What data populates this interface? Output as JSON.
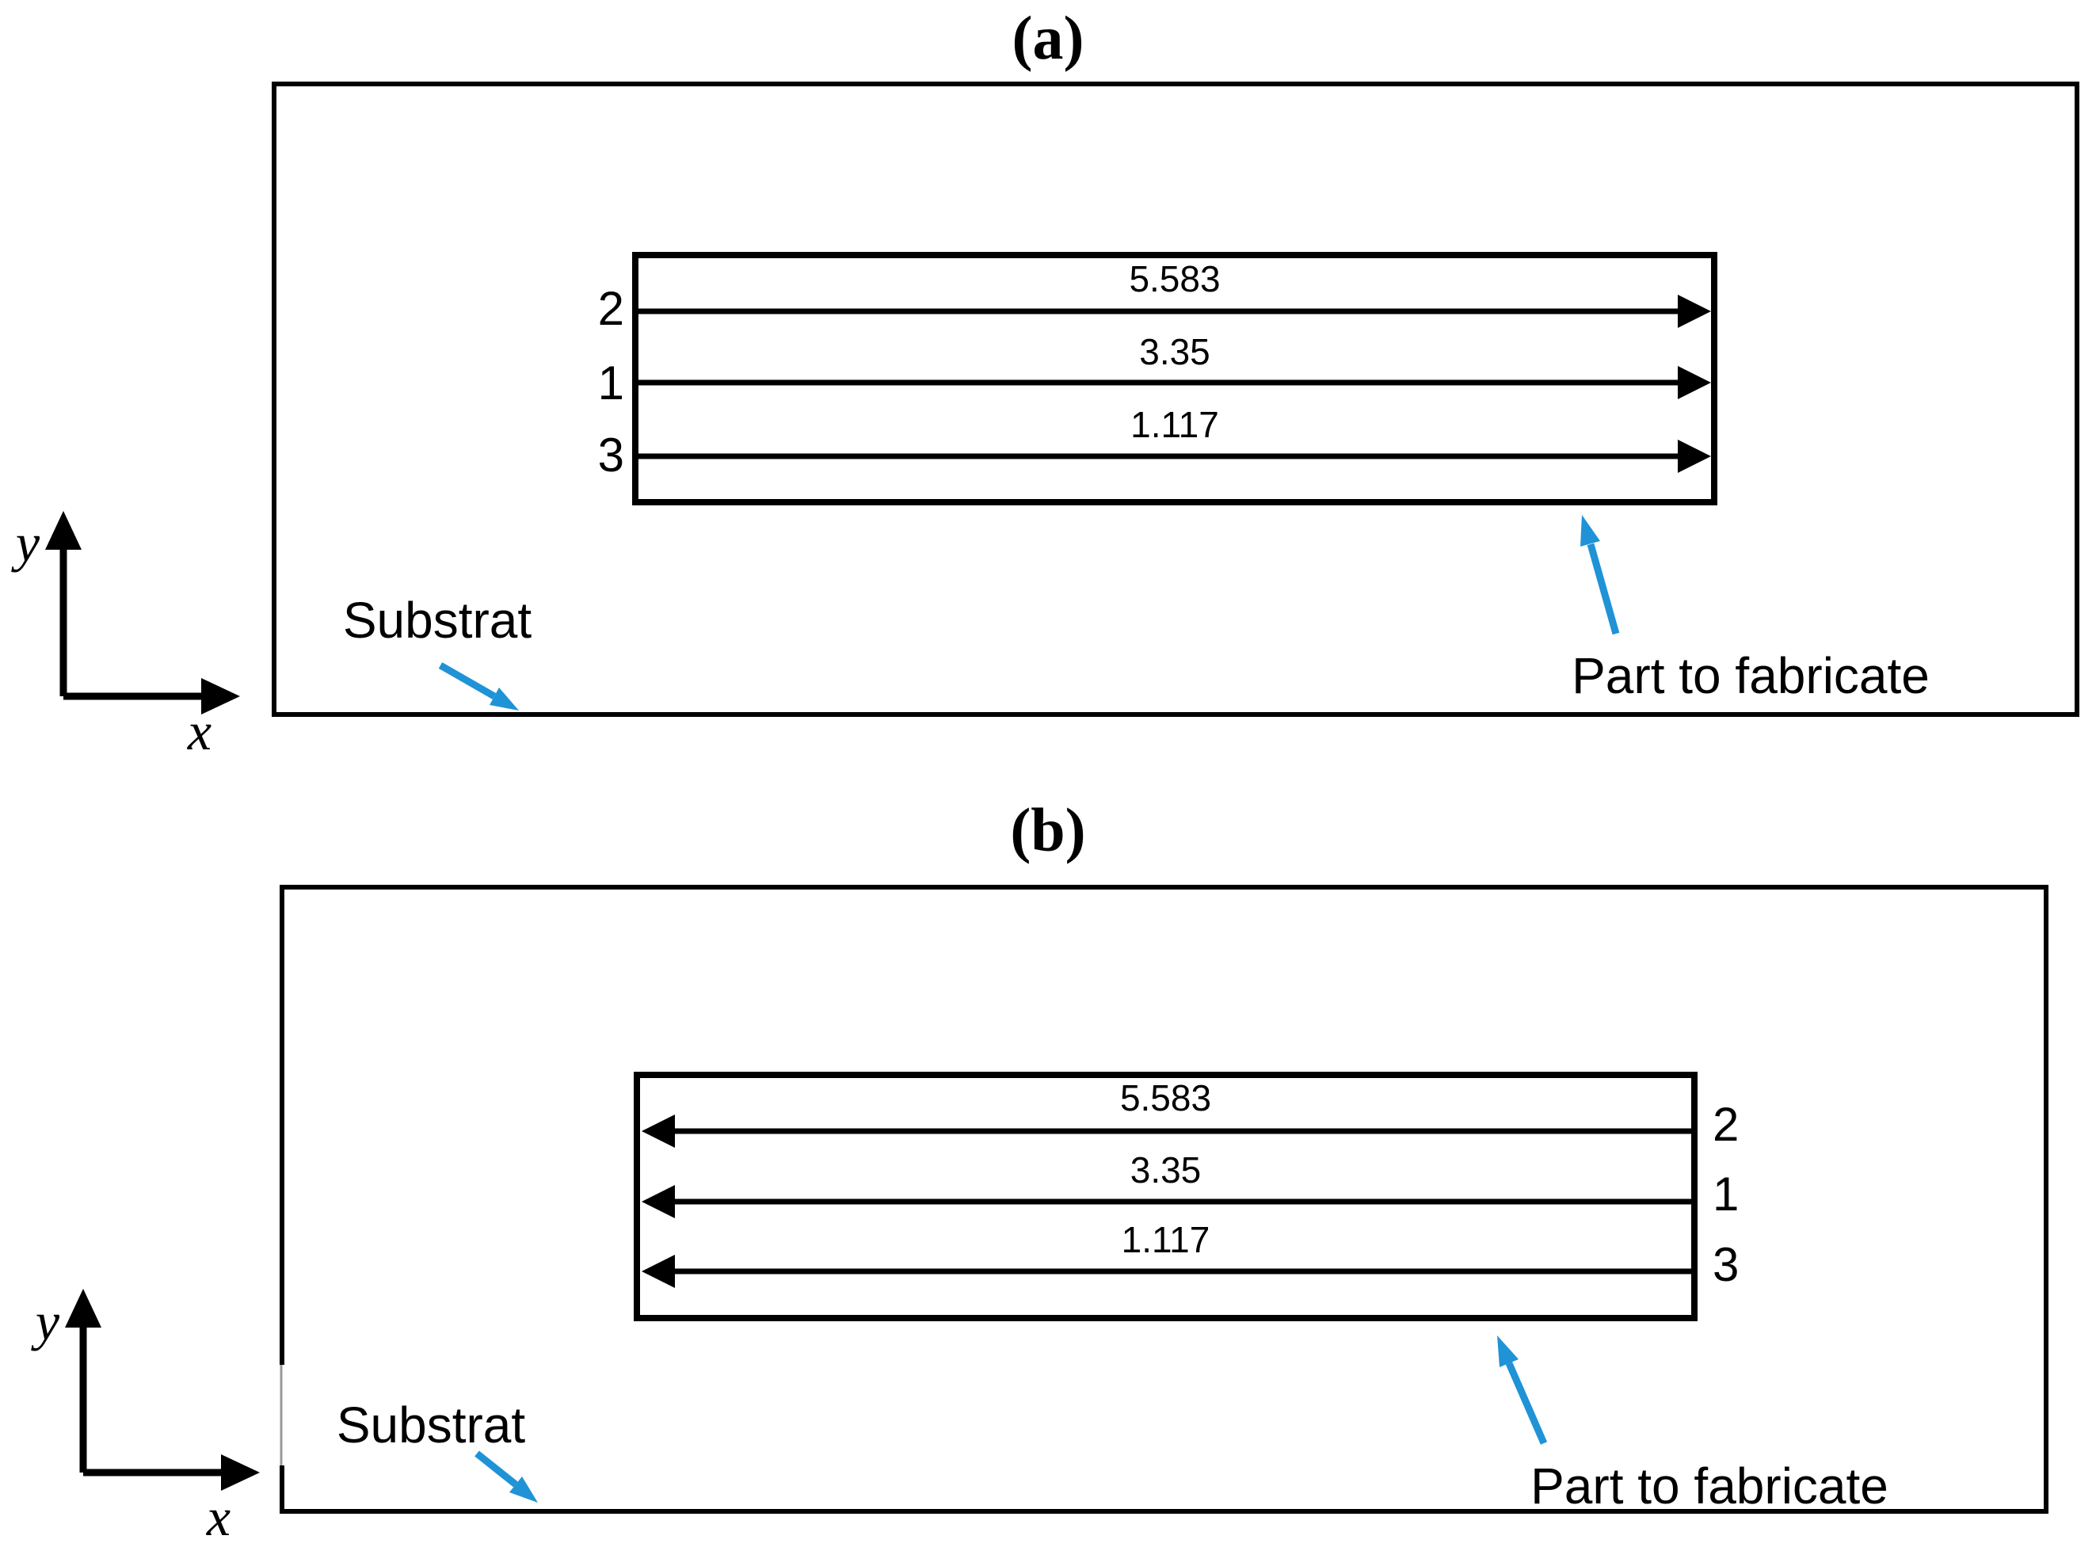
{
  "figure": {
    "description": "Deposition strategy diagram: two substrates with part to fabricate and numbered track directions",
    "colors": {
      "arrow_blue": "#1F93D6",
      "ink": "#000000"
    },
    "panels": [
      {
        "label": "(a)",
        "substrate_label": "Substrat",
        "part_label": "Part to fabricate",
        "axis": {
          "x": "x",
          "y": "y"
        },
        "deposition_direction": "left-to-right",
        "tracks": [
          {
            "order": "2",
            "length": "5.583"
          },
          {
            "order": "1",
            "length": "3.35"
          },
          {
            "order": "3",
            "length": "1.117"
          }
        ]
      },
      {
        "label": "(b)",
        "substrate_label": "Substrat",
        "part_label": "Part to fabricate",
        "axis": {
          "x": "x",
          "y": "y"
        },
        "deposition_direction": "right-to-left",
        "tracks": [
          {
            "order": "2",
            "length": "5.583"
          },
          {
            "order": "1",
            "length": "3.35"
          },
          {
            "order": "3",
            "length": "1.117"
          }
        ]
      }
    ]
  }
}
